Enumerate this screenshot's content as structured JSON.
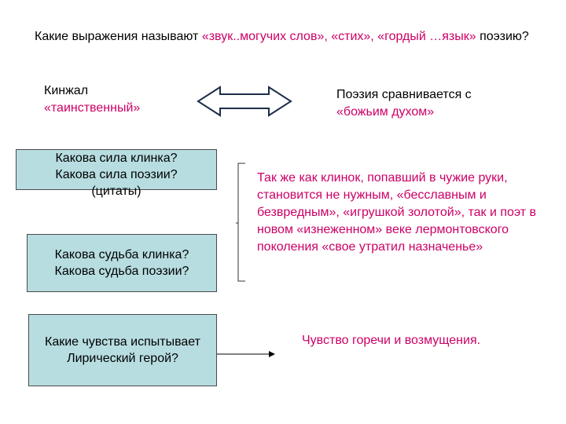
{
  "question": {
    "prefix": "Какие выражения называют ",
    "highlight": "«звук..могучих слов», «стих», «гордый …язык»",
    "suffix": " поэзию?"
  },
  "dagger": {
    "line1": "Кинжал",
    "line2": "«таинственный»"
  },
  "poetry": {
    "line1": "Поэзия сравнивается с",
    "line2": "«божьим духом»"
  },
  "boxes": {
    "box1": [
      "Какова сила клинка?",
      "Какова сила поэзии?",
      "(цитаты)"
    ],
    "box2": [
      "Какова судьба клинка?",
      "Какова судьба поэзии?"
    ],
    "box3": [
      "Какие чувства испытывает",
      "Лирический герой?"
    ]
  },
  "answer": "Так же как клинок, попавший в чужие руки, становится не нужным, «бесславным и безвредным», «игрушкой золотой», так и поэт в новом «изнеженном» веке лермонтовского поколения «свое утратил назначенье»",
  "feeling": "Чувство горечи и возмущения.",
  "colors": {
    "accent": "#cc0066",
    "box_fill": "#b7dde1",
    "box_border": "#4a4a4a"
  }
}
